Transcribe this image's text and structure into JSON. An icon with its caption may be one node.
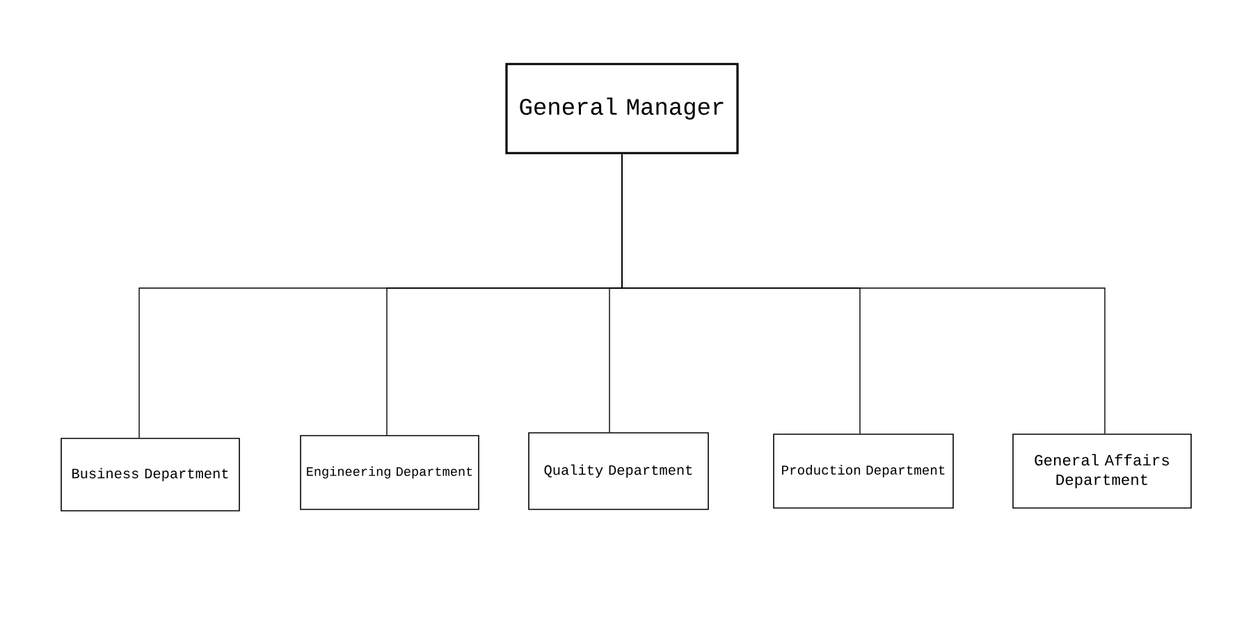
{
  "diagram": {
    "nodes": [
      {
        "text": [
          "General Manager"
        ]
      },
      {
        "text": [
          "Business Department"
        ]
      },
      {
        "text": [
          "Engineering Department"
        ]
      },
      {
        "text": [
          "Quality Department"
        ]
      },
      {
        "text": [
          "Production Department"
        ]
      },
      {
        "text": [
          "General Affairs Department"
        ]
      }
    ],
    "edges": [
      {
        "from": 0,
        "to": 1,
        "arrow": "none"
      },
      {
        "from": 0,
        "to": 2,
        "arrow": "none"
      },
      {
        "from": 0,
        "to": 3,
        "arrow": "none"
      },
      {
        "from": 0,
        "to": 4,
        "arrow": "none"
      },
      {
        "from": 0,
        "to": 5,
        "arrow": "none"
      }
    ]
  }
}
